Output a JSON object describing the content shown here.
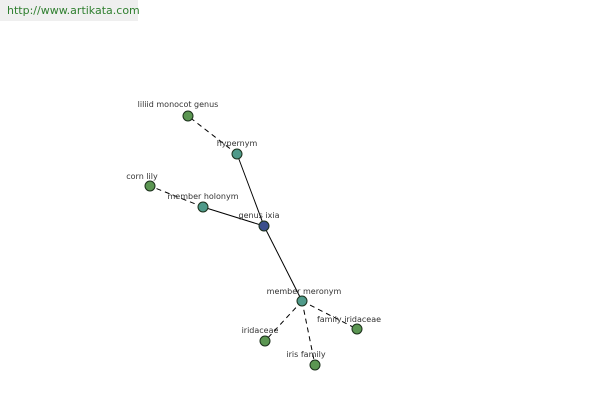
{
  "watermark": {
    "url": "http://www.artikata.com"
  },
  "colors": {
    "center": "#3a4f8c",
    "relation": "#4f9a8a",
    "term": "#5b9652",
    "edge": "#000000",
    "url_text": "#2f7f2f"
  },
  "graph": {
    "center": {
      "label": "genus ixia"
    },
    "relations": {
      "hypernym": {
        "label": "hypernym"
      },
      "member_holonym": {
        "label": "member holonym"
      },
      "member_meronym": {
        "label": "member meronym"
      }
    },
    "terms": {
      "liliid": {
        "label": "liliid monocot genus"
      },
      "corn_lily": {
        "label": "corn lily"
      },
      "iridaceae": {
        "label": "iridaceae"
      },
      "iris_family": {
        "label": "iris family"
      },
      "family_iridaceae": {
        "label": "family iridaceae"
      }
    }
  }
}
